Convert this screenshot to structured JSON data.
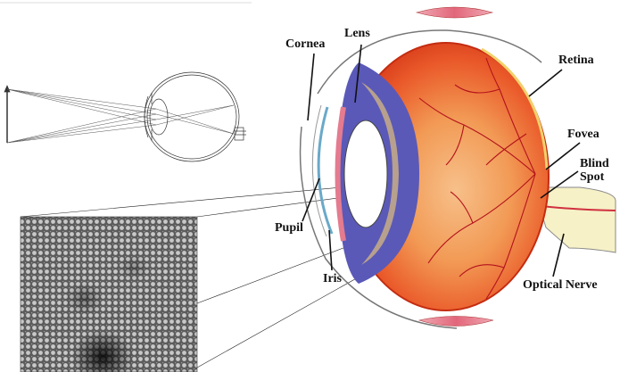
{
  "labels": {
    "cornea": "Cornea",
    "lens": "Lens",
    "retina": "Retina",
    "fovea": "Fovea",
    "blind_spot_line1": "Blind",
    "blind_spot_line2": "Spot",
    "pupil": "Pupil",
    "iris": "Iris",
    "optical_nerve": "Optical Nerve"
  },
  "colors": {
    "sclera_outline": "#777777",
    "eyeball_red": "#e84a24",
    "eyeball_orange": "#f29a55",
    "iris_purple": "#5a59b8",
    "iris_tan": "#b7a08e",
    "eyelid_pink": "#e2667a",
    "optic_nerve_cream": "#f6f1c7",
    "vessel": "#b3121c"
  }
}
